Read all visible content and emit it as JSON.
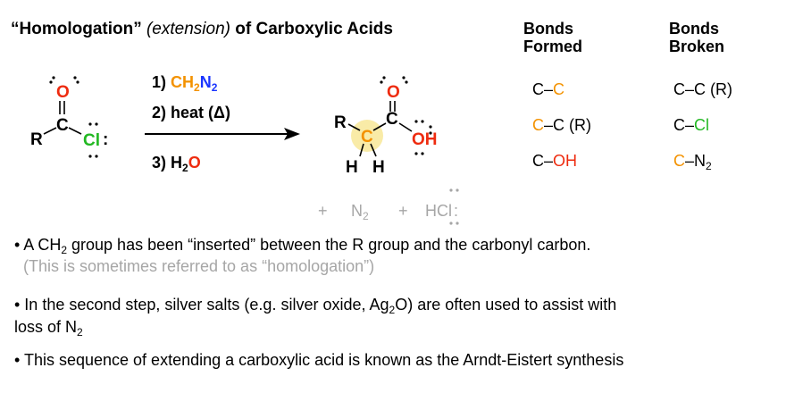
{
  "title": {
    "quoted": "“Homologation”",
    "italic": "(extension)",
    "rest": "of Carboxylic Acids"
  },
  "columns": {
    "formed": {
      "line1": "Bonds",
      "line2": "Formed"
    },
    "broken": {
      "line1": "Bonds",
      "line2": "Broken"
    }
  },
  "bonds_formed": [
    {
      "a": "C",
      "dash": "–",
      "b": "C"
    },
    {
      "a": "C",
      "dash": "–C (R)"
    },
    {
      "a": "C–",
      "b": "OH"
    }
  ],
  "bonds_broken": [
    {
      "a": "C–C (R)"
    },
    {
      "a": "C–",
      "b": "Cl"
    },
    {
      "a": "C",
      "dash": "–",
      "n": "N",
      "sub": "2"
    }
  ],
  "steps": {
    "s1": {
      "num": "1) ",
      "c": "CH",
      "sub": "2",
      "n": "N",
      "sub2": "2"
    },
    "s2": "2) heat (Δ)",
    "s3": {
      "num": "3) H",
      "sub": "2",
      "o": "O"
    }
  },
  "reactant": {
    "o": "O",
    "c": "C",
    "r": "R",
    "cl": "Cl",
    "colon": ":"
  },
  "product": {
    "o": "O",
    "c1": "C",
    "c2": "C",
    "r": "R",
    "oh": "OH",
    "h1": "H",
    "h2": "H"
  },
  "byproducts": {
    "plus1": "+",
    "n2": "N",
    "n2sub": "2",
    "plus2": "+",
    "hcl": "HCl",
    "colon": ":"
  },
  "bullets": [
    {
      "pre": "• A CH",
      "sub": "2",
      "post": " group has been “inserted” between the R group and the carbonyl carbon."
    },
    {
      "note": "(This is sometimes referred to as “homologation”)"
    },
    {
      "pre": "• In the second step, silver salts (e.g. silver oxide, Ag",
      "sub": "2",
      "post": "O) are often used to assist with"
    },
    {
      "pre": "loss of N",
      "sub": "2"
    },
    {
      "text": "• This sequence of extending a carboxylic acid is known as the Arndt-Eistert synthesis"
    }
  ],
  "colors": {
    "orange": "#f39200",
    "green": "#22b822",
    "blue": "#1a35ff",
    "red": "#ee2b0f",
    "gray": "#a6a6a6",
    "highlight": "#f9eba7"
  }
}
